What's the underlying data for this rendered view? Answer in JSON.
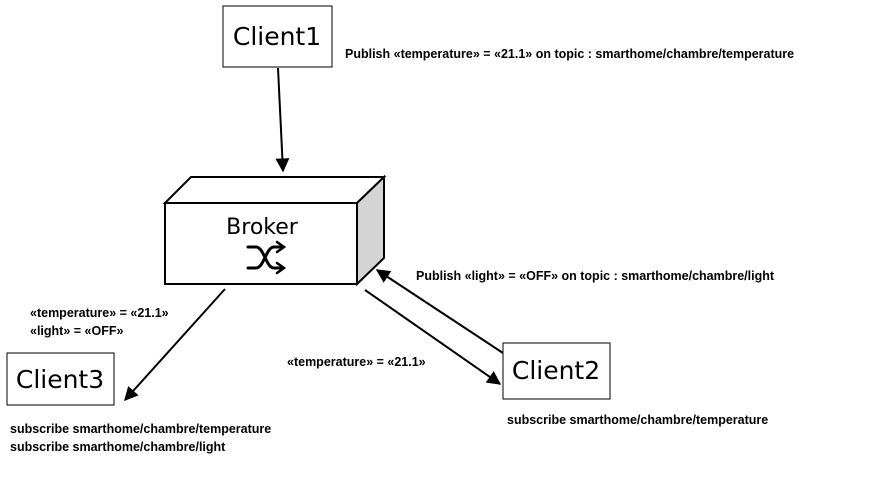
{
  "nodes": {
    "client1": "Client1",
    "client2": "Client2",
    "client3": "Client3",
    "broker": "Broker"
  },
  "captions": {
    "publish_temperature": "Publish «temperature» = «21.1» on topic : smarthome/chambre/temperature",
    "publish_light": "Publish «light» = «OFF» on topic : smarthome/chambre/light",
    "client3_temperature_value": "«temperature» = «21.1»",
    "client3_light_value": "«light» = «OFF»",
    "client2_temperature_value": "«temperature» = «21.1»",
    "client3_subscribe_temperature": "subscribe smarthome/chambre/temperature",
    "client3_subscribe_light": "subscribe smarthome/chambre/light",
    "client2_subscribe_temperature": "subscribe smarthome/chambre/temperature"
  },
  "icons": {
    "broker_icon": "shuffle-icon"
  },
  "colors": {
    "line": "#000000",
    "box_side": "#d4d4d4",
    "background": "#ffffff"
  }
}
